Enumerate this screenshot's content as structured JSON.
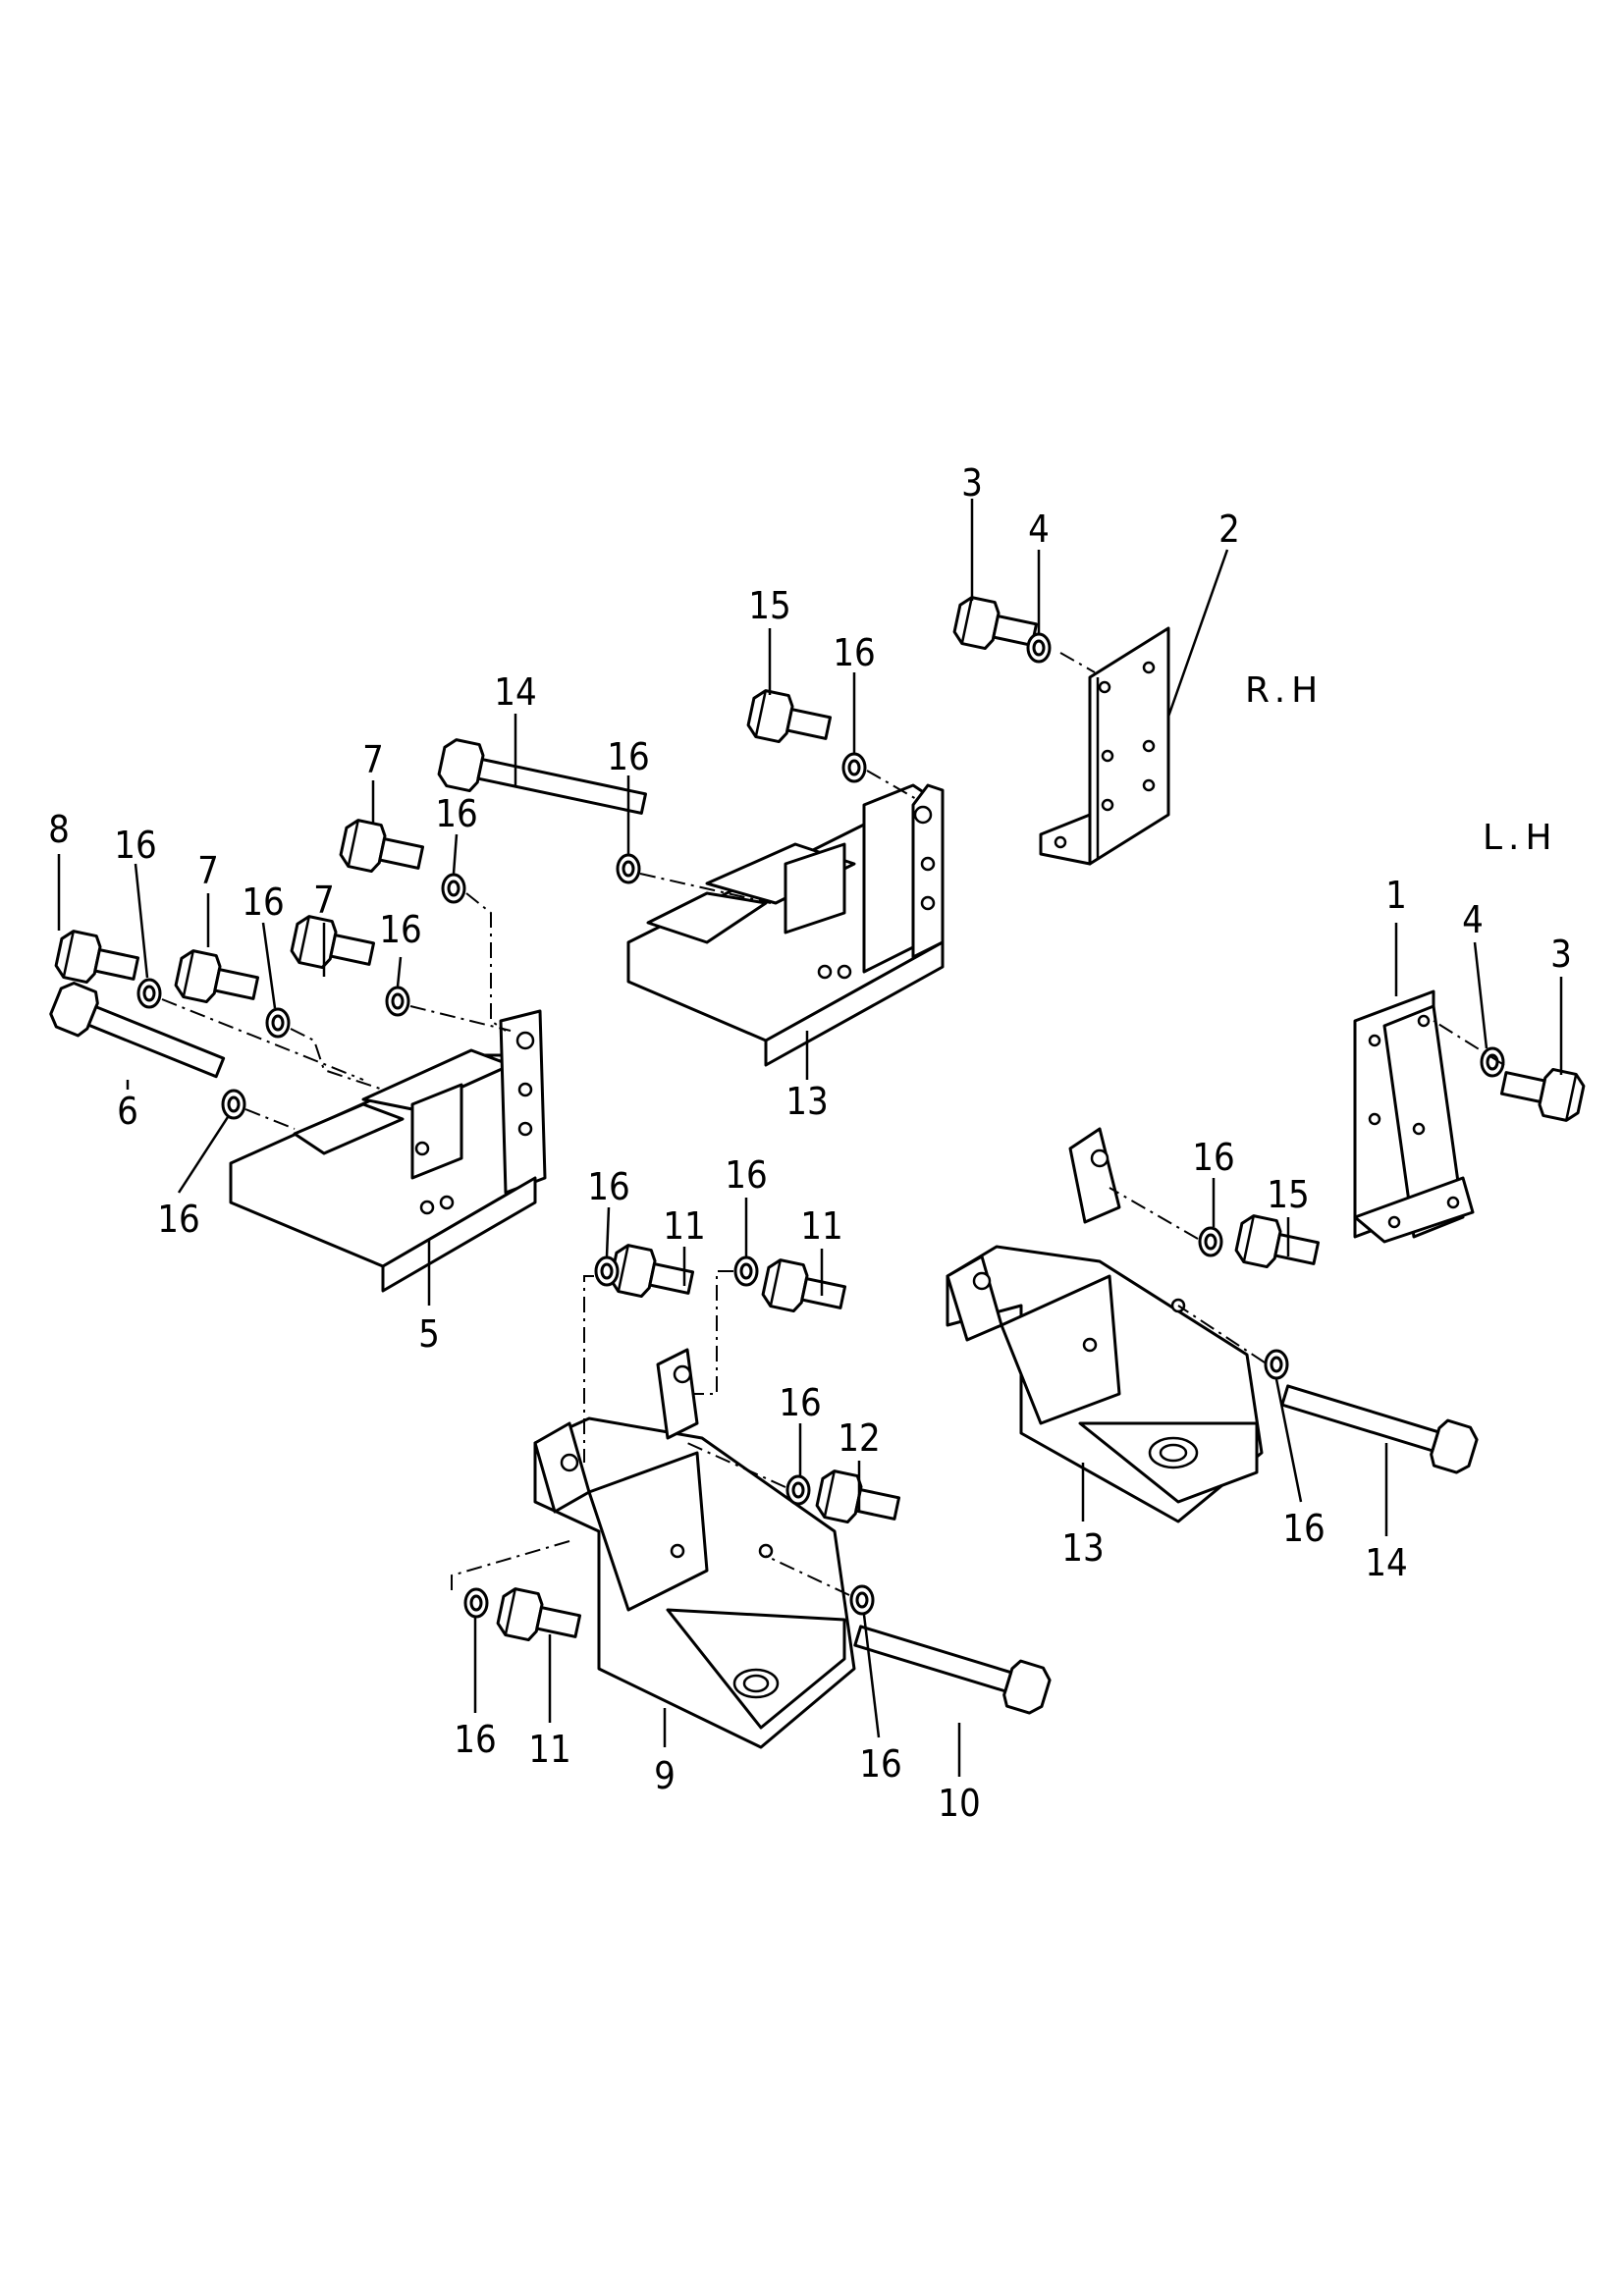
{
  "diagram": {
    "side_labels": {
      "right": "R.H",
      "left": "L.H"
    },
    "callouts": [
      "1",
      "2",
      "3",
      "3",
      "4",
      "4",
      "5",
      "6",
      "7",
      "7",
      "7",
      "8",
      "9",
      "10",
      "11",
      "11",
      "11",
      "12",
      "13",
      "13",
      "14",
      "14",
      "15",
      "15",
      "16",
      "16",
      "16",
      "16",
      "16",
      "16",
      "16",
      "16",
      "16",
      "16",
      "16",
      "16",
      "16",
      "16"
    ]
  }
}
